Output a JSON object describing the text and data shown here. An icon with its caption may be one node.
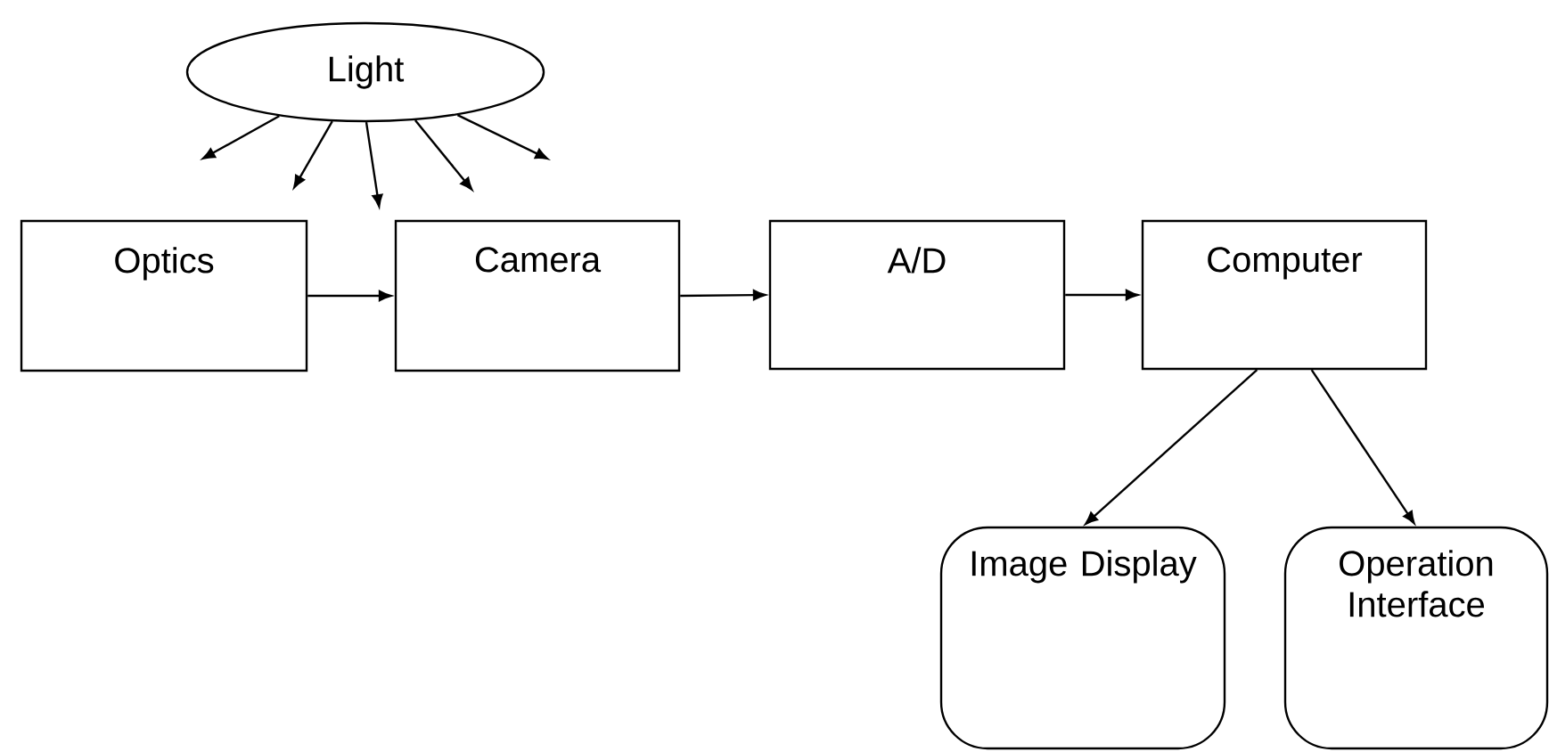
{
  "diagram": {
    "nodes": [
      {
        "text": [
          "Light"
        ]
      },
      {
        "text": [
          "Optics"
        ]
      },
      {
        "text": [
          "Camera"
        ]
      },
      {
        "text": [
          "A/D"
        ]
      },
      {
        "text": [
          "Computer"
        ]
      },
      {
        "text": [
          "Image Display"
        ]
      },
      {
        "text": [
          "Operation Interface"
        ]
      }
    ],
    "edges": [
      {
        "from": 0,
        "to": null,
        "arrow": "to"
      },
      {
        "from": 0,
        "to": null,
        "arrow": "to"
      },
      {
        "from": 0,
        "to": null,
        "arrow": "to"
      },
      {
        "from": 0,
        "to": null,
        "arrow": "to"
      },
      {
        "from": 0,
        "to": null,
        "arrow": "to"
      },
      {
        "from": 1,
        "to": 2,
        "arrow": "to"
      },
      {
        "from": 2,
        "to": 3,
        "arrow": "to"
      },
      {
        "from": 3,
        "to": 4,
        "arrow": "to"
      },
      {
        "from": 4,
        "to": 5,
        "arrow": "to"
      },
      {
        "from": 4,
        "to": 6,
        "arrow": "to"
      }
    ]
  }
}
